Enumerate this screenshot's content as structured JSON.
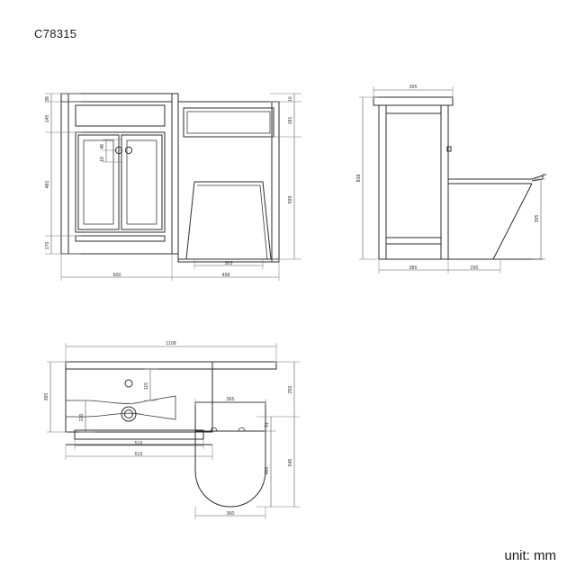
{
  "document": {
    "title": "C78315",
    "unit_label": "unit: mm",
    "background_color": "#ffffff",
    "line_color": "#2b2b2b",
    "dimension_color": "#555555"
  },
  "views": {
    "front_elevation": {
      "name": "front-elevation",
      "dimensions_left": [
        {
          "label": "38",
          "orientation": "vertical"
        },
        {
          "label": "145",
          "orientation": "vertical"
        },
        {
          "label": "481",
          "orientation": "vertical"
        },
        {
          "label": "170",
          "orientation": "vertical"
        }
      ],
      "dimensions_right": [
        {
          "label": "16",
          "orientation": "vertical"
        },
        {
          "label": "181",
          "orientation": "vertical"
        },
        {
          "label": "599",
          "orientation": "vertical"
        }
      ],
      "dimensions_bottom": [
        {
          "label": "303",
          "orientation": "horizontal"
        },
        {
          "label": "600",
          "orientation": "horizontal"
        },
        {
          "label": "498",
          "orientation": "horizontal"
        }
      ],
      "dimensions_detail": [
        {
          "label": "48",
          "orientation": "vertical"
        },
        {
          "label": "18",
          "orientation": "vertical"
        }
      ]
    },
    "side_elevation": {
      "name": "side-elevation",
      "dimensions_top": [
        {
          "label": "395",
          "orientation": "horizontal"
        }
      ],
      "dimensions_left": [
        {
          "label": "838",
          "orientation": "vertical"
        }
      ],
      "dimensions_right": [
        {
          "label": "8",
          "orientation": "vertical"
        },
        {
          "label": "395",
          "orientation": "vertical"
        }
      ],
      "dimensions_bottom": [
        {
          "label": "385",
          "orientation": "horizontal"
        },
        {
          "label": "290",
          "orientation": "horizontal"
        }
      ]
    },
    "plan_view": {
      "name": "plan-view",
      "dimensions_top": [
        {
          "label": "1108",
          "orientation": "horizontal"
        }
      ],
      "dimensions_left": [
        {
          "label": "395",
          "orientation": "vertical"
        }
      ],
      "dimensions_inner": [
        {
          "label": "115",
          "orientation": "vertical"
        },
        {
          "label": "220",
          "orientation": "vertical"
        }
      ],
      "dimensions_bottom": [
        {
          "label": "510",
          "orientation": "horizontal"
        },
        {
          "label": "615",
          "orientation": "horizontal"
        },
        {
          "label": "365",
          "orientation": "horizontal"
        },
        {
          "label": "360",
          "orientation": "horizontal"
        }
      ],
      "dimensions_right": [
        {
          "label": "250",
          "orientation": "vertical"
        },
        {
          "label": "91",
          "orientation": "vertical"
        },
        {
          "label": "460",
          "orientation": "vertical"
        },
        {
          "label": "545",
          "orientation": "vertical"
        }
      ]
    }
  }
}
